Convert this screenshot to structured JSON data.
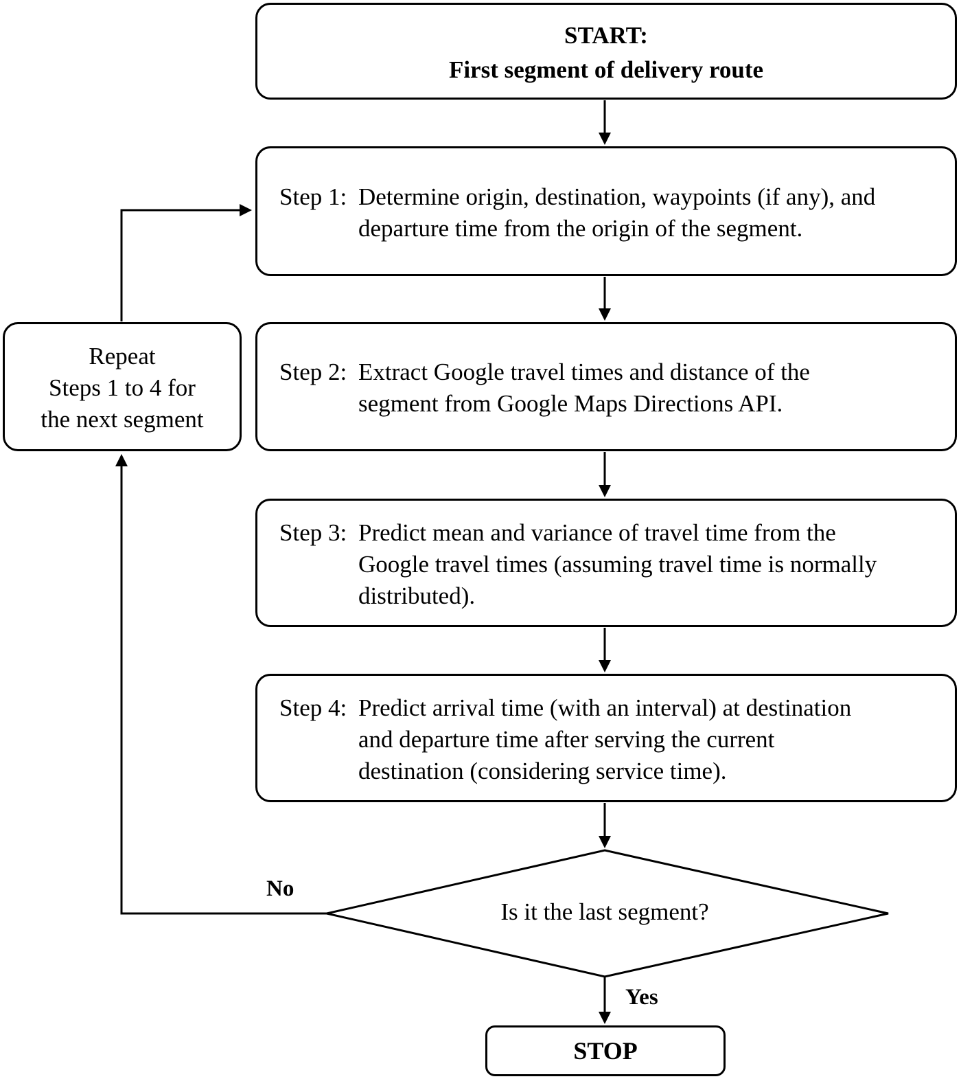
{
  "start": {
    "title": "START:",
    "subtitle": "First segment of delivery route"
  },
  "steps": [
    {
      "label": "Step 1:",
      "text": "Determine origin, destination, waypoints (if any), and\ndeparture time from the origin of the segment."
    },
    {
      "label": "Step 2:",
      "text": "Extract Google travel times and distance of the\nsegment from Google Maps Directions API."
    },
    {
      "label": "Step 3:",
      "text": "Predict mean and variance of travel time from the\nGoogle travel times (assuming travel time is normally\ndistributed)."
    },
    {
      "label": "Step 4:",
      "text": "Predict arrival time (with an interval) at destination\nand departure time after serving the current\ndestination (considering service time)."
    }
  ],
  "repeat": {
    "lines": [
      "Repeat",
      "Steps 1 to 4 for",
      "the next segment"
    ]
  },
  "decision": {
    "question": "Is it the last segment?",
    "no_label": "No",
    "yes_label": "Yes"
  },
  "stop": {
    "label": "STOP"
  }
}
